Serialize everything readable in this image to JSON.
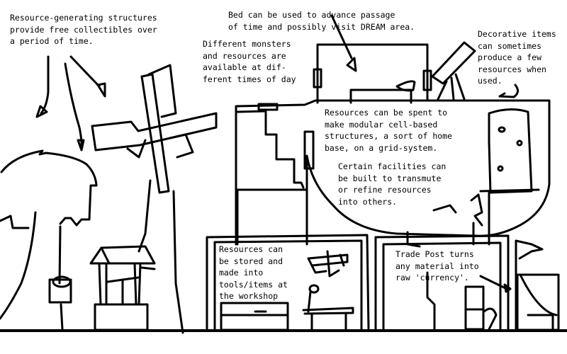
{
  "annotations": {
    "resource_generating": "Resource-generating structures\nprovide free collectibles over\na period of time.",
    "bed": "Bed can be used to advance passage\nof time and possibly visit DREAM area.",
    "monsters": "Different monsters\nand resources are\navailable at dif-\nferent times of day",
    "decorative": "Decorative items\ncan sometimes\nproduce a few\nresources when\nused.",
    "modular": "Resources can be spent to\nmake modular cell-based\nstructures, a sort of home\nbase, on a grid-system.",
    "facilities": "Certain facilities can\nbe built to transmute\nor refine resources\ninto others.",
    "workshop": "Resources can\nbe stored and\nmade into\ntools/items at\nthe workshop",
    "trade_post": "Trade Post turns\nany material into\nraw 'currency'."
  },
  "colors": {
    "ink": "#000000",
    "paper": "#ffffff"
  }
}
